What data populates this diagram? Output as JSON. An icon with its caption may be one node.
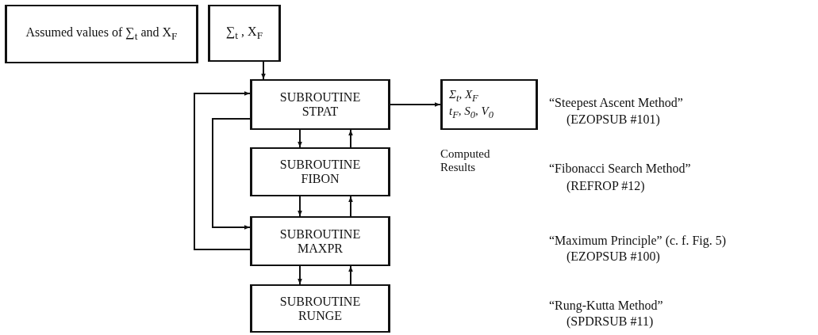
{
  "diagram": {
    "nodes": [
      {
        "text": [
          "Assumed values of ∑$_{t}$ and X$_{F}$"
        ]
      },
      {
        "text": [
          "∑$_{t}$ , X$_{F}$"
        ]
      },
      {
        "text": [
          "SUBROUTINE STPAT"
        ]
      },
      {
        "text": [
          "Σ$_{t}$,  X$_{F}$",
          "t$_{F}$,  S$_{0}$,  V$_{0}$"
        ],
        "beside": [
          "Computed Results"
        ]
      },
      {
        "text": [
          "SUBROUTINE FIBON"
        ]
      },
      {
        "text": [
          "SUBROUTINE MAXPR"
        ]
      },
      {
        "text": [
          "SUBROUTINE RUNGE"
        ]
      }
    ],
    "edges": [
      {
        "from": 1,
        "to": 2,
        "arrow": "to"
      },
      {
        "from": 2,
        "to": 3,
        "arrow": "to"
      },
      {
        "from": 2,
        "to": 4,
        "arrow": "to"
      },
      {
        "from": 4,
        "to": 2,
        "arrow": "to"
      },
      {
        "from": 4,
        "to": 5,
        "arrow": "to"
      },
      {
        "from": 5,
        "to": 4,
        "arrow": "to"
      },
      {
        "from": 5,
        "to": 6,
        "arrow": "to"
      },
      {
        "from": 6,
        "to": 5,
        "arrow": "to"
      },
      {
        "from": 2,
        "to": 5,
        "arrow": "to"
      },
      {
        "from": 5,
        "to": 2,
        "arrow": "to"
      }
    ],
    "labels": [
      "“Steepest Ascent Method”",
      "(EZOPSUB #101)",
      "“Fibonacci Search Method”",
      "(REFROP #12)",
      "“Maximum Principle”  (c. f. Fig. 5)",
      "(EZOPSUB #100)",
      "“Rung-Kutta Method”",
      "(SPDRSUB #11)"
    ]
  }
}
